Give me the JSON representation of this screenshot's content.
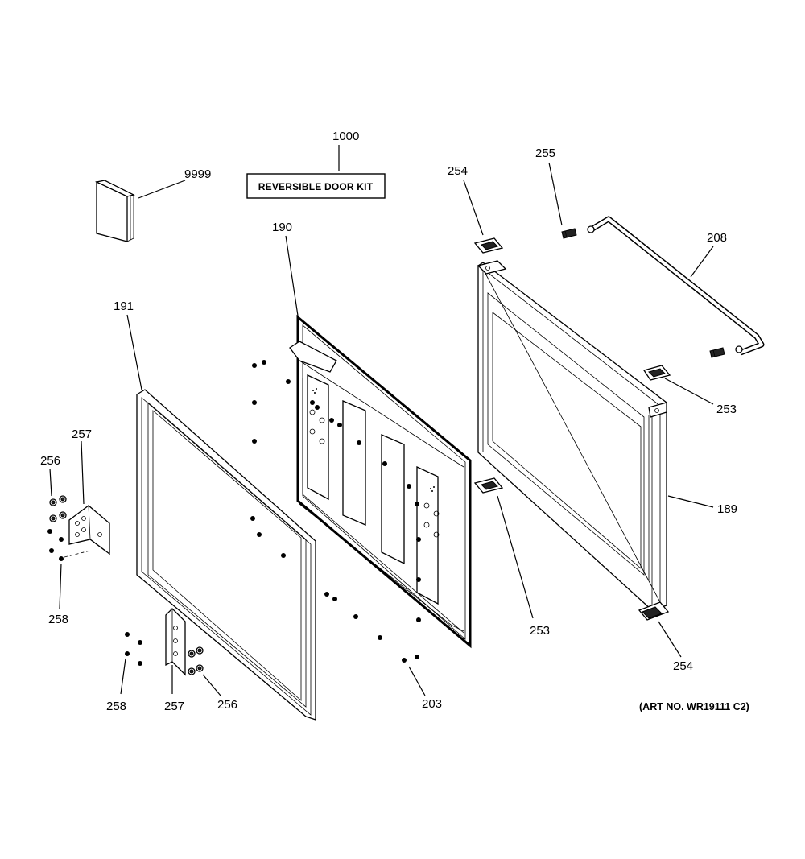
{
  "diagram": {
    "kit_label": "REVERSIBLE DOOR KIT",
    "art_number": "(ART NO. WR19111 C2)",
    "callouts": {
      "c1000": "1000",
      "c9999": "9999",
      "c254_top": "254",
      "c255": "255",
      "c208": "208",
      "c190": "190",
      "c191": "191",
      "c253_right": "253",
      "c189": "189",
      "c257_left": "257",
      "c256_left": "256",
      "c258_left": "258",
      "c253_bottom": "253",
      "c254_bottom": "254",
      "c258_bottom": "258",
      "c257_bottom": "257",
      "c256_bottom": "256",
      "c203": "203"
    }
  }
}
